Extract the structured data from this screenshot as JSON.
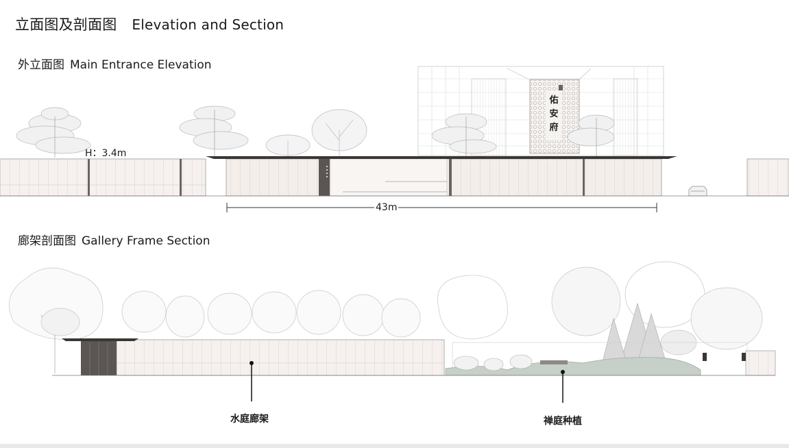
{
  "header": {
    "title_cn": "立面图及剖面图",
    "title_en": "Elevation and Section"
  },
  "elevation": {
    "subtitle_cn": "外立面图",
    "subtitle_en": "Main Entrance Elevation",
    "height_label": "H：3.4m",
    "dimension_label": "43m",
    "signage_text": "佑\n安\n府"
  },
  "section": {
    "subtitle_cn": "廊架剖面图",
    "subtitle_en": "Gallery Frame Section",
    "callouts": [
      {
        "label": "水庭廊架"
      },
      {
        "label": "禅庭种植"
      }
    ]
  },
  "colors": {
    "line": "#9a9a9a",
    "wall_fill": "#f4eeea",
    "roof": "#3a3634",
    "dark_panel": "#5b5654",
    "ground_green": "#c6cfc8",
    "tree_stroke": "#b9b9b9"
  }
}
